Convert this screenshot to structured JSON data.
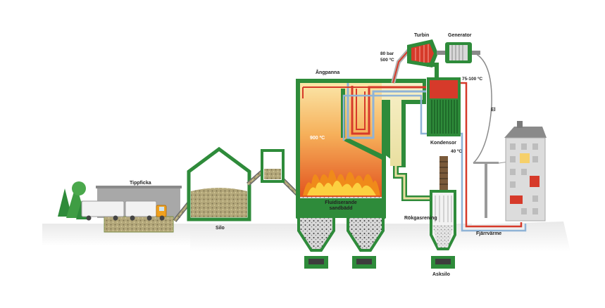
{
  "labels": {
    "tippficka": "Tippficka",
    "silo": "Silo",
    "angpanna": "Ångpanna",
    "temp_900": "900 ºC",
    "bed_line1": "Fluidiserande",
    "bed_line2": "sandbädd",
    "turbin": "Turbin",
    "generator": "Generator",
    "pressure": "80 bar",
    "steam_temp": "500 ºC",
    "range_temp": "75-100 ºC",
    "el": "El",
    "kondensor": "Kondensor",
    "temp_40": "40 ºC",
    "rokgasrening": "Rökgasrening",
    "fjarrvarme": "Fjärrvärme",
    "asksilo": "Asksilo"
  },
  "colors": {
    "plant_green": "#2e8b3a",
    "steam_red": "#d63a2a",
    "water_blue": "#8fb3d6",
    "fire_orange": "#f08a1a",
    "chips_brown": "#a89a6a"
  }
}
